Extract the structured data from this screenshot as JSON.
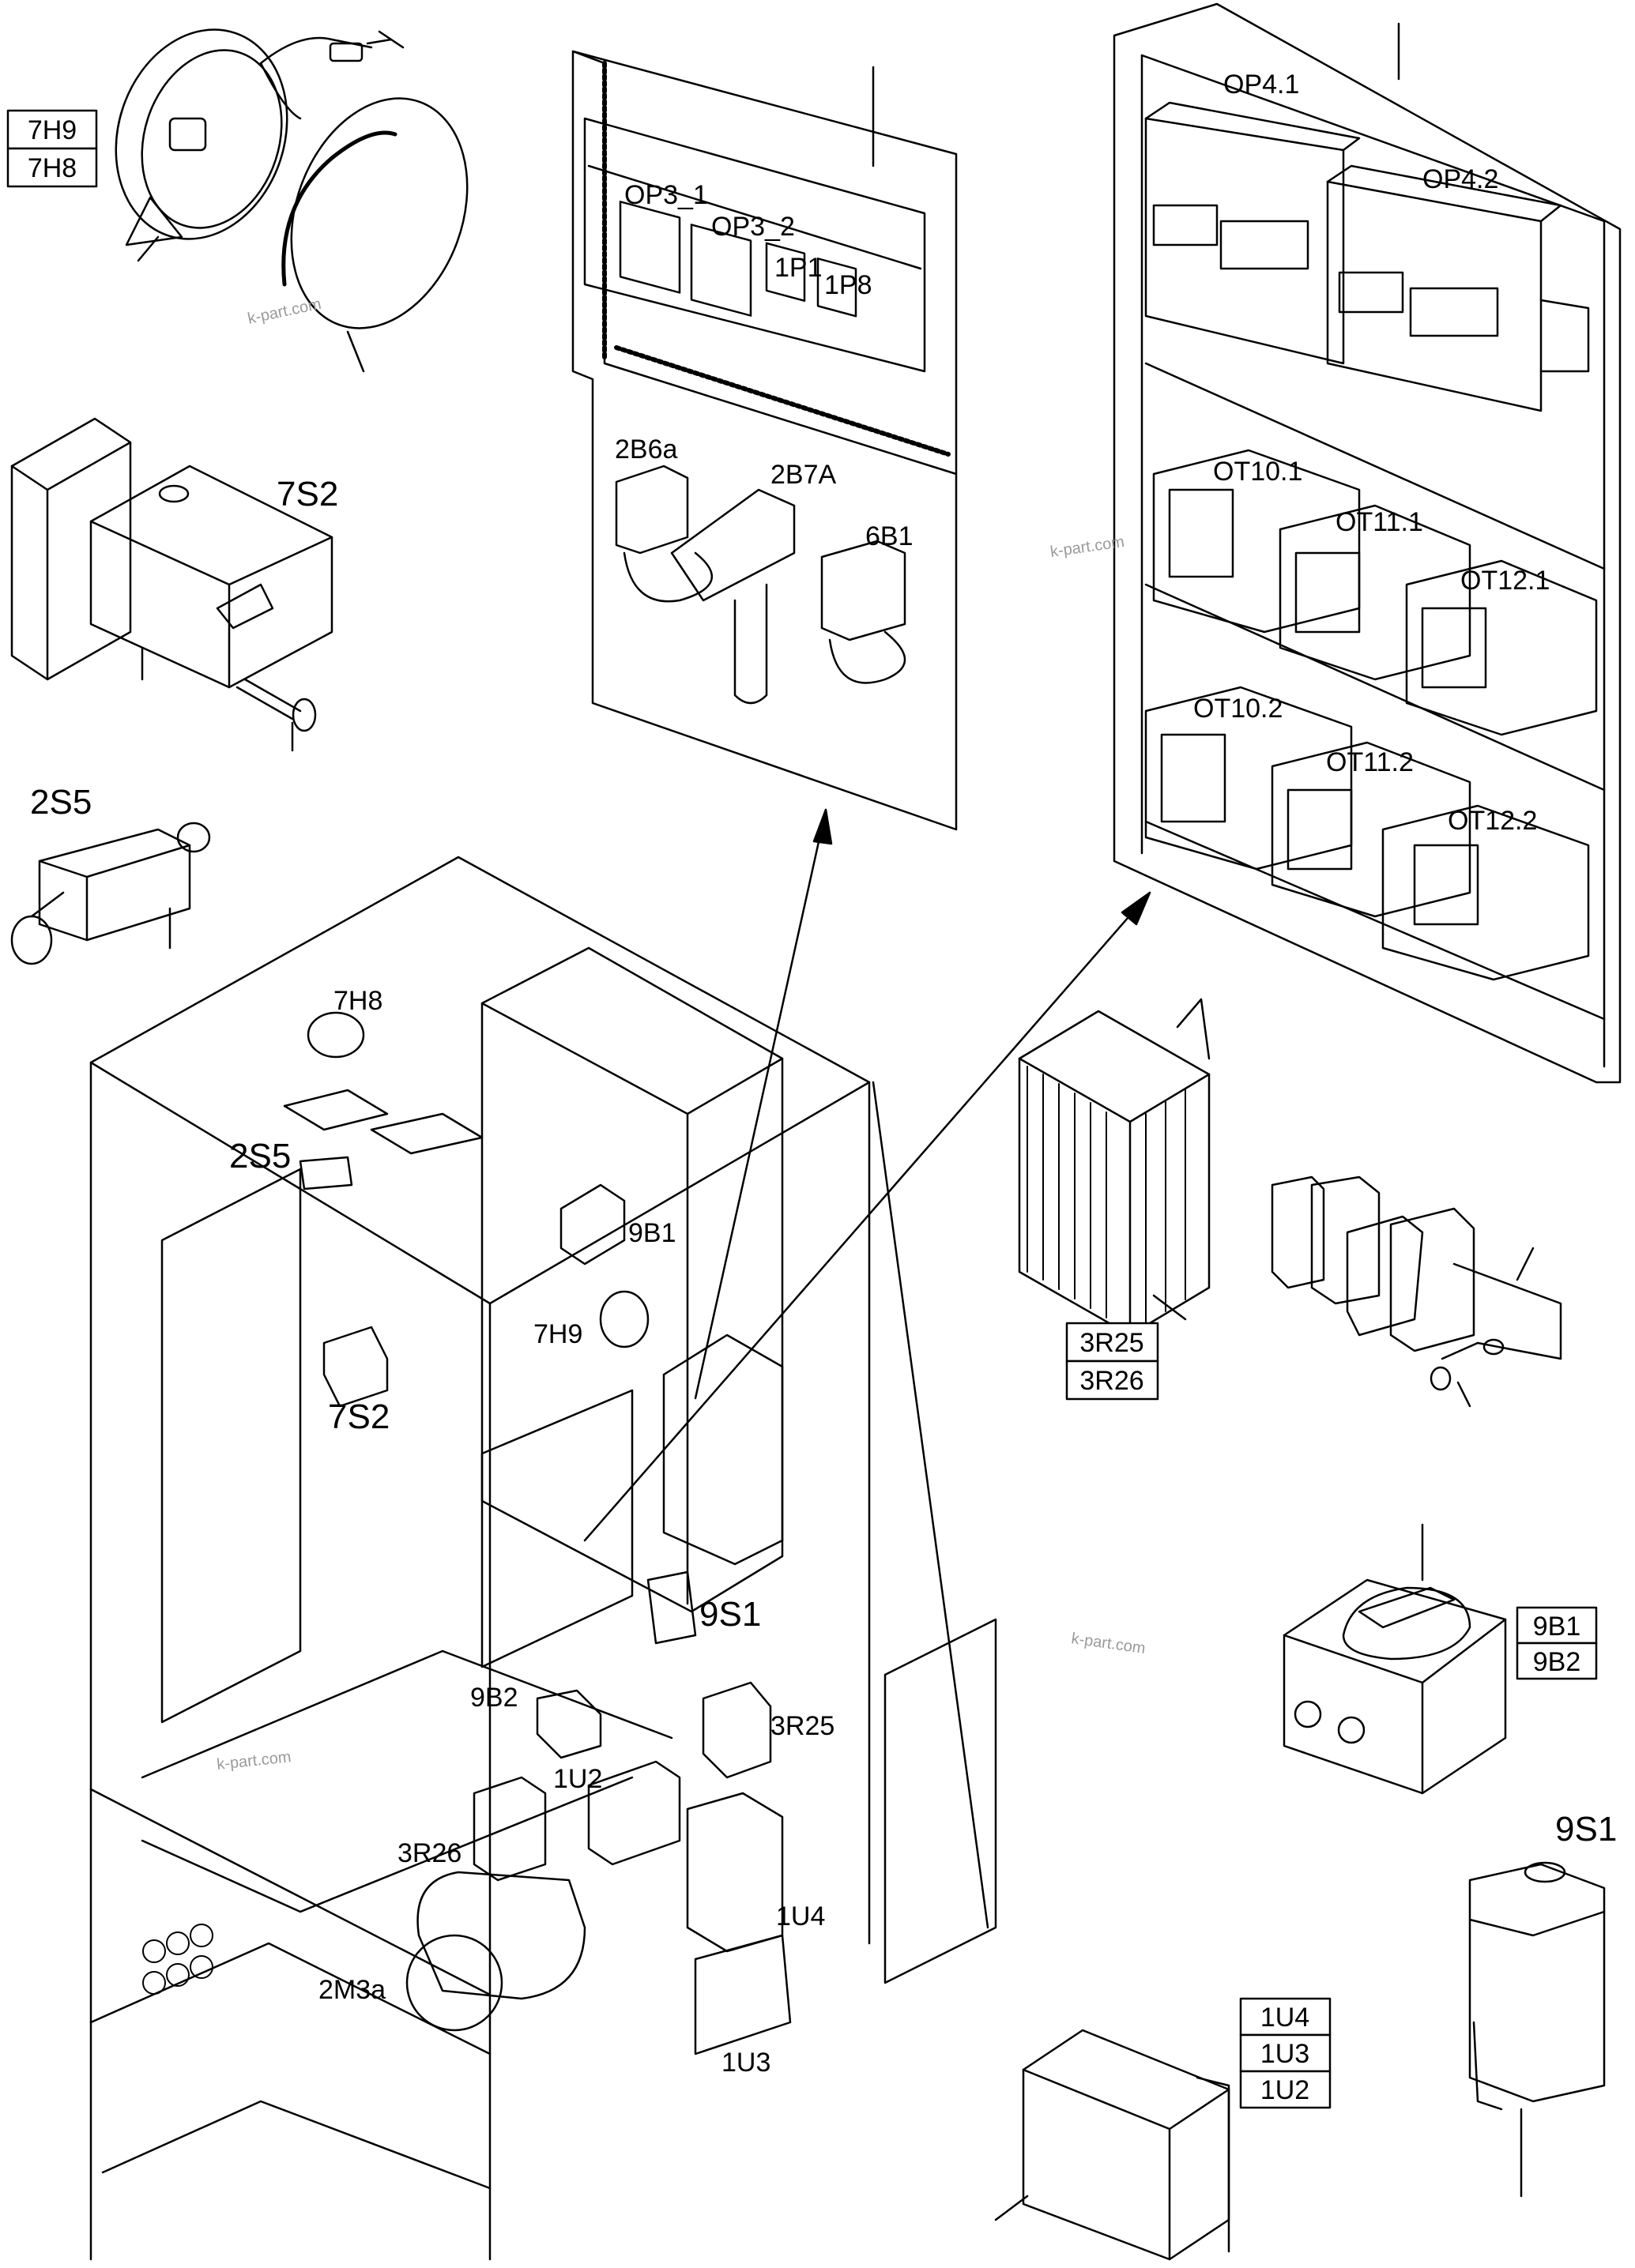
{
  "watermark": "k-part.com",
  "labels": {
    "op3_1": "OP3_1",
    "op3_2": "OP3_2",
    "1p1": "1P1",
    "1p8": "1P8",
    "2b6a": "2B6a",
    "2b7a": "2B7A",
    "6b1": "6B1",
    "op4_1": "OP4.1",
    "op4_2": "OP4.2",
    "ot10_1": "OT10.1",
    "ot11_1": "OT11.1",
    "ot12_1": "OT12.1",
    "ot10_2": "OT10.2",
    "ot11_2": "OT11.2",
    "ot12_2": "OT12.2",
    "7s2_top": "7S2",
    "2s5_top": "2S5",
    "9s1_right": "9S1",
    "7h8_cab": "7H8",
    "2s5_cab": "2S5",
    "9b1_cab": "9B1",
    "7h9_cab": "7H9",
    "7s2_cab": "7S2",
    "9s1_cab": "9S1",
    "9b2_cab": "9B2",
    "3r25_cab": "3R25",
    "1u2_cab": "1U2",
    "3r26_cab": "3R26",
    "1u4_cab": "1U4",
    "2m3a_cab": "2M3a",
    "1u3_cab": "1U3"
  },
  "boxed_groups": {
    "lamps": [
      "7H9",
      "7H8"
    ],
    "heaters": [
      "3R25",
      "3R26"
    ],
    "switches": [
      "9B1",
      "9B2"
    ],
    "units": [
      "1U4",
      "1U3",
      "1U2"
    ]
  }
}
